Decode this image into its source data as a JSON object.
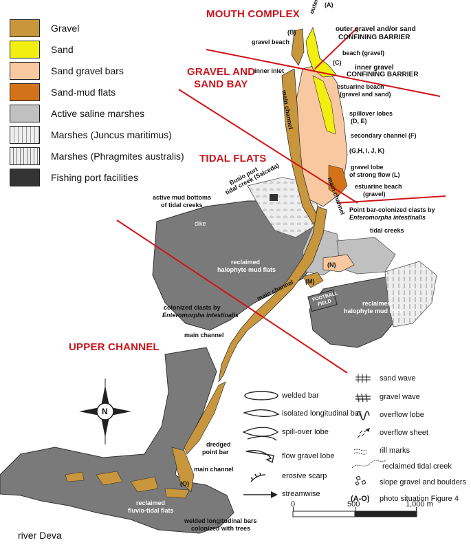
{
  "legend": {
    "items": [
      {
        "label": "Gravel",
        "color": "#c8963c"
      },
      {
        "label": "Sand",
        "color": "#f2ef10"
      },
      {
        "label": "Sand gravel bars",
        "color": "#f8c8a0"
      },
      {
        "label": "Sand-mud flats",
        "color": "#d2731a"
      },
      {
        "label": "Active saline marshes",
        "color": "#c0c0c0"
      },
      {
        "label": "Marshes (Juncus maritimus)",
        "color": "#eeeeee"
      },
      {
        "label": "Marshes (Phragmites australis)",
        "color": "#eeeeee"
      },
      {
        "label": "Fishing port facilities",
        "color": "#333333"
      }
    ]
  },
  "zones": {
    "mouth_complex": "MOUTH COMPLEX",
    "gravel_and": "GRAVEL AND",
    "sand_bay": "SAND BAY",
    "tidal_flats": "TIDAL FLATS",
    "upper_channel": "UPPER CHANNEL"
  },
  "map_labels": {
    "a": "(A)",
    "outer_inlet": "outer inlet",
    "b": "(B)",
    "gravel_beach": "gravel beach",
    "outer_barrier_1": "outer gravel and/or sand",
    "outer_barrier_2": "CONFINING BARRIER",
    "beach_gravel": "beach (gravel)",
    "c": "(C)",
    "inner_inlet": "inner inlet",
    "inner_barrier_1": "inner gravel",
    "inner_barrier_2": "CONFINING BARRIER",
    "estuarine_beach_1": "estuarine beach",
    "estuarine_beach_2": "(gravel and sand)",
    "main_channel_upper": "main channel",
    "spillover_1": "spillover lobes",
    "spillover_2": "(D, E)",
    "secondary_channel": "secondary channel (F)",
    "g_to_k": "(G,H, I, J, K)",
    "gravel_lobe_1": "gravel lobe",
    "gravel_lobe_2": "of strong flow (L)",
    "estuarine_beach2_1": "estuarine beach",
    "estuarine_beach2_2": "(gravel)",
    "busio_1": "Busio port",
    "busio_2": "tidal creek (Salceda)",
    "active_mud_1": "active mud bottoms",
    "active_mud_2": "of tidal creeks",
    "dike": "dike",
    "main_channel_mid": "main channel",
    "point_bar_1": "Point bar-colonized clasts by",
    "point_bar_2": "Enteromorpha intestinalis",
    "tidal_creeks": "tidal creeks",
    "reclaimed_1a": "reclaimed",
    "reclaimed_1b": "halophyte mud flats",
    "n": "(N)",
    "m": "(M)",
    "main_channel_lower": "main channel",
    "football_1": "FOOTBALL",
    "football_2": "FIELD",
    "colonized_1": "colonized clasts by",
    "colonized_2": "Enteromorpha intestinalis",
    "reclaimed_2a": "reclaimed",
    "reclaimed_2b": "halophyte mud flats",
    "main_channel_up": "main channel",
    "dredged_1": "dredged",
    "dredged_2": "point bar",
    "main_channel_bottom": "main channel",
    "o": "(O)",
    "reclaimed_3a": "reclaimed",
    "reclaimed_3b": "fluvio-tidal flats",
    "welded_1": "welded longitudinal bars",
    "welded_2": "colonized with trees",
    "river_deva": "river Deva",
    "north": "N"
  },
  "symbol_key": {
    "left": [
      {
        "label": "welded bar",
        "icon": "welded-bar-icon"
      },
      {
        "label": "isolated longitudinal bar",
        "icon": "isolated-bar-icon"
      },
      {
        "label": "spill-over lobe",
        "icon": "spill-over-lobe-icon"
      },
      {
        "label": "flow gravel lobe",
        "icon": "flow-gravel-lobe-icon"
      },
      {
        "label": "erosive scarp",
        "icon": "erosive-scarp-icon"
      },
      {
        "label": "streamwise",
        "icon": "streamwise-arrow-icon"
      }
    ],
    "right": [
      {
        "label": "sand wave",
        "icon": "sand-wave-icon"
      },
      {
        "label": "gravel wave",
        "icon": "gravel-wave-icon"
      },
      {
        "label": "overflow lobe",
        "icon": "overflow-lobe-icon"
      },
      {
        "label": "overflow sheet",
        "icon": "overflow-sheet-icon"
      },
      {
        "label": "rill marks",
        "icon": "rill-marks-icon"
      },
      {
        "label": "reclaimed tidal creek",
        "icon": "reclaimed-creek-icon"
      },
      {
        "label": "slope gravel and boulders",
        "icon": "boulders-icon"
      },
      {
        "label": "(A-O)",
        "icon": ""
      }
    ],
    "photo_note": "photo situation Figure 4"
  },
  "scale": {
    "zero": "0",
    "mid": "500",
    "end": "1,000 m"
  }
}
